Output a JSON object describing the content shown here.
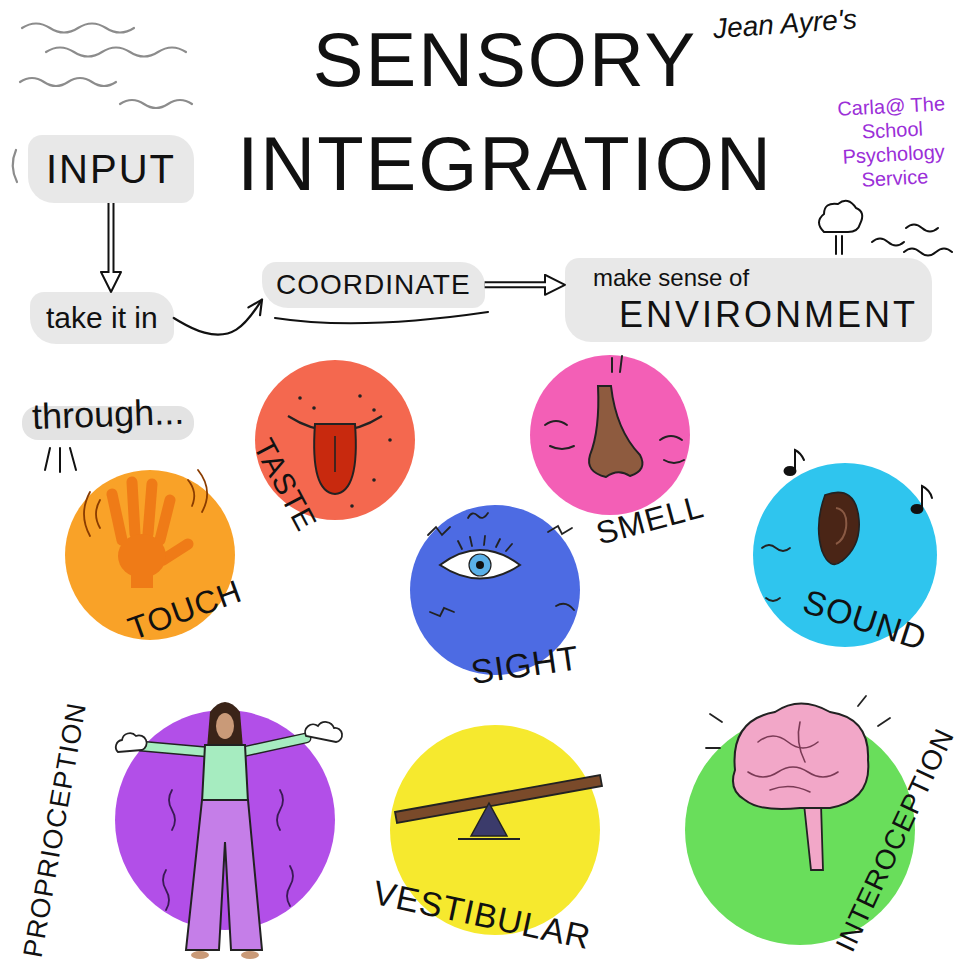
{
  "diagram": {
    "title": "SENSORY INTEGRATION",
    "nodes": [
      {
        "text": [
          "INPUT"
        ]
      },
      {
        "text": [
          "take it in"
        ]
      },
      {
        "text": [
          "COORDINATE"
        ]
      },
      {
        "text": [
          "make sense of",
          "ENVIRONMENT"
        ]
      },
      {
        "text": [
          "TASTE"
        ]
      },
      {
        "text": [
          "SMELL"
        ]
      },
      {
        "text": [
          "TOUCH"
        ]
      },
      {
        "text": [
          "SIGHT"
        ]
      },
      {
        "text": [
          "SOUND"
        ]
      },
      {
        "text": [
          "PROPRIOCEPTION"
        ]
      },
      {
        "text": [
          "VESTIBULAR"
        ]
      },
      {
        "text": [
          "INTEROCEPTION"
        ]
      }
    ],
    "edges": [
      {
        "from": 0,
        "to": 1,
        "arrow": "to"
      },
      {
        "from": 1,
        "to": 2,
        "arrow": "to"
      },
      {
        "from": 2,
        "to": 3,
        "arrow": "to"
      }
    ],
    "labels": [
      "Jean Ayre's",
      "Carla@ The School Psychology Service",
      "through..."
    ]
  }
}
